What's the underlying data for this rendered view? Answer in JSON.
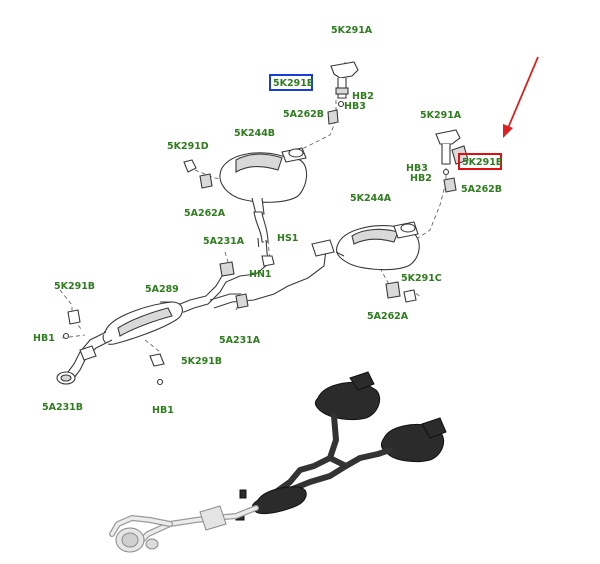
{
  "diagram": {
    "labels": {
      "p_5k291a_top": "5K291A",
      "p_5k291e_blue": "5K291E",
      "p_hb2_top": "HB2",
      "p_hb3_top": "HB3",
      "p_5a262b_top": "5A262B",
      "p_5k244b": "5K244B",
      "p_5k291d": "5K291D",
      "p_5a262a_left": "5A262A",
      "p_5k291a_right": "5K291A",
      "p_hb3_right": "HB3",
      "p_5k291e_red": "5K291E",
      "p_hb2_right": "HB2",
      "p_5a262b_right": "5A262B",
      "p_5k244a": "5K244A",
      "p_5a231a_top": "5A231A",
      "p_hs1": "HS1",
      "p_hn1": "HN1",
      "p_5k291c": "5K291C",
      "p_5k291b_left": "5K291B",
      "p_5a289": "5A289",
      "p_hb1_left": "HB1",
      "p_5a231a_bottom": "5A231A",
      "p_5a262a_right": "5A262A",
      "p_5k291b_bottom": "5K291B",
      "p_5a231b": "5A231B",
      "p_hb1_bottom": "HB1"
    },
    "highlight_colors": {
      "blue_box": "#1a3fd6",
      "red_box": "#e01010",
      "arrow": "#e02020",
      "label_text": "#2e7d1e"
    }
  }
}
